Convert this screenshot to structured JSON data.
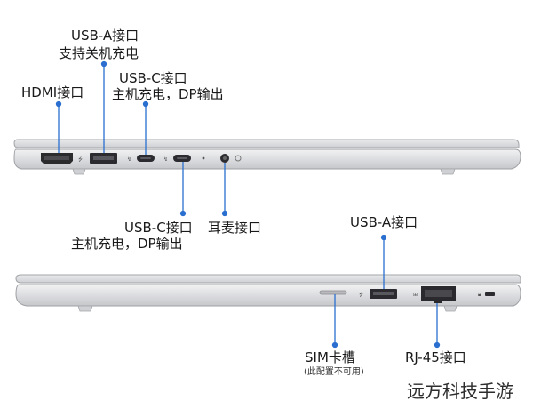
{
  "top_view": {
    "labels": {
      "usba": {
        "line1": "USB-A接口",
        "line2": "支持关机充电"
      },
      "usbc_left": {
        "line1": "USB-C接口",
        "line2": "主机充电，DP输出"
      },
      "hdmi": "HDMI接口",
      "usbc_right": {
        "line1": "USB-C接口",
        "line2": "主机充电，DP输出"
      },
      "headset": "耳麦接口"
    }
  },
  "bottom_view": {
    "labels": {
      "usba": "USB-A接口",
      "sim": "SIM卡槽",
      "sim_note": "(此配置不可用)",
      "rj45": "RJ-45接口"
    }
  },
  "watermark": "远方科技手游",
  "colors": {
    "accent": "#2a6fcf",
    "body": "#d9dadc",
    "outline": "#8e9094"
  }
}
